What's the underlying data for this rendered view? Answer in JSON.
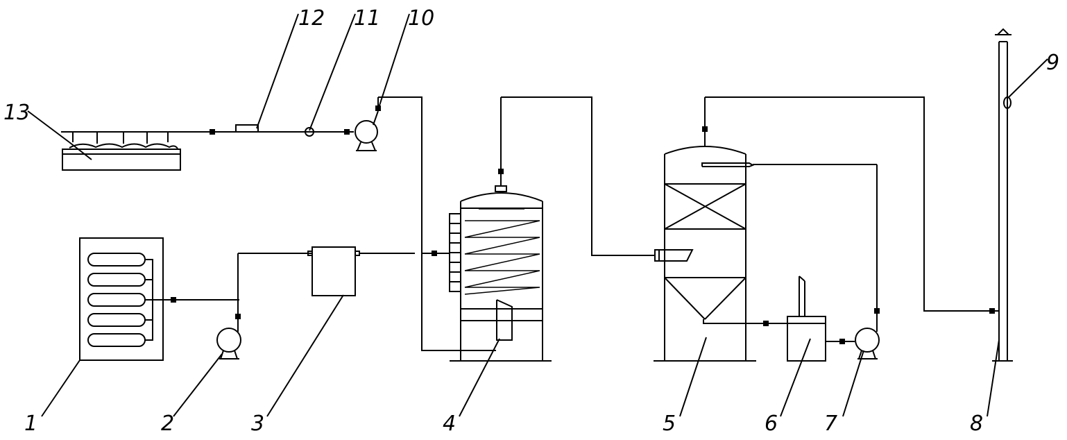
{
  "labels": {
    "1": "1",
    "2": "2",
    "3": "3",
    "4": "4",
    "5": "5",
    "6": "6",
    "7": "7",
    "8": "8",
    "9": "9",
    "10": "10",
    "11": "11",
    "12": "12",
    "13": "13"
  }
}
